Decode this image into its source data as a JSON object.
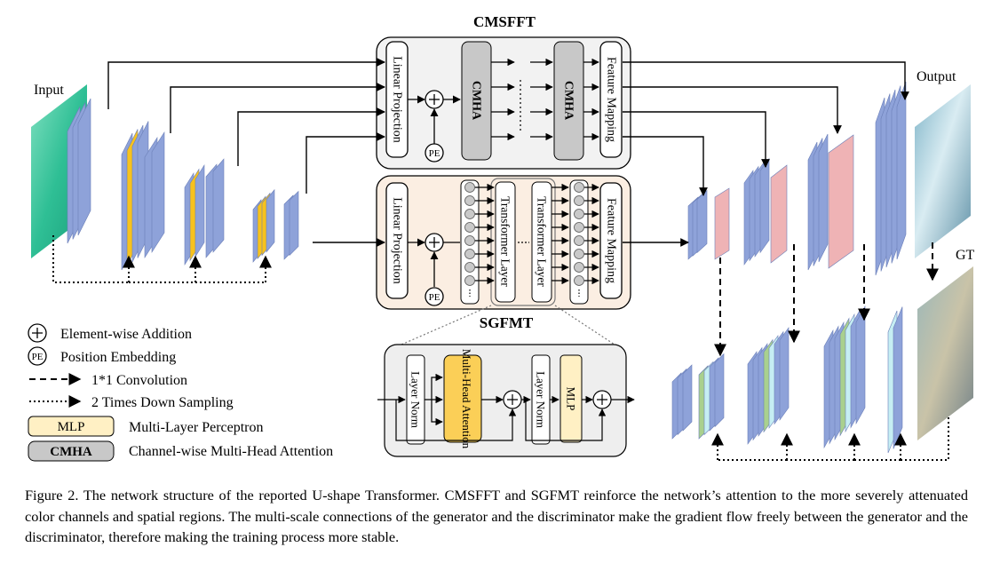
{
  "labels": {
    "cmsfft": "CMSFFT",
    "sgfmt": "SGFMT",
    "input": "Input",
    "output": "Output",
    "gt": "GT"
  },
  "cmsfft": {
    "linear_projection": "Linear Projection",
    "pe": "PE",
    "cmha_1": "CMHA",
    "cmha_2": "CMHA",
    "feature_mapping": "Feature Mapping"
  },
  "sgfmt": {
    "linear_projection": "Linear Projection",
    "pe": "PE",
    "transformer_layer_1": "Transformer Layer",
    "transformer_layer_2": "Transformer Layer",
    "feature_mapping": "Feature Mapping"
  },
  "transformer_detail": {
    "layer_norm_1": "Layer Norm",
    "mha": "Multi-Head Attention",
    "layer_norm_2": "Layer Norm",
    "mlp": "MLP"
  },
  "legend": {
    "pe_symbol": "PE",
    "element_wise_addition": "Element-wise Addition",
    "position_embedding": "Position Embedding",
    "conv": "1*1 Convolution",
    "down_sampling": "2 Times Down Sampling",
    "mlp_box": "MLP",
    "mlp": "Multi-Layer Perceptron",
    "cmha_box": "CMHA",
    "cmha": "Channel-wise Multi-Head Attention"
  },
  "caption": "Figure 2.  The network structure of the reported U-shape Transformer.  CMSFFT and SGFMT reinforce the network’s attention to the more severely attenuated color channels and spatial regions. The multi-scale connections of the generator and the discriminator make the gradient flow freely between the generator and the discriminator, therefore making the training process more stable.",
  "colors": {
    "slab_blue": "#8ea2d9",
    "slab_yellow": "#f7c21d",
    "slab_pink": "#efb3b5",
    "slab_green": "#a9d08e",
    "slab_cyan": "#c6eef3",
    "cmsfft_bg": "#f2f2f2",
    "sgfmt_bg": "#fbeee2",
    "cmha_gray": "#c8c8c8",
    "mlp_fill": "#fff0c4",
    "mha_fill": "#fbcf57"
  }
}
